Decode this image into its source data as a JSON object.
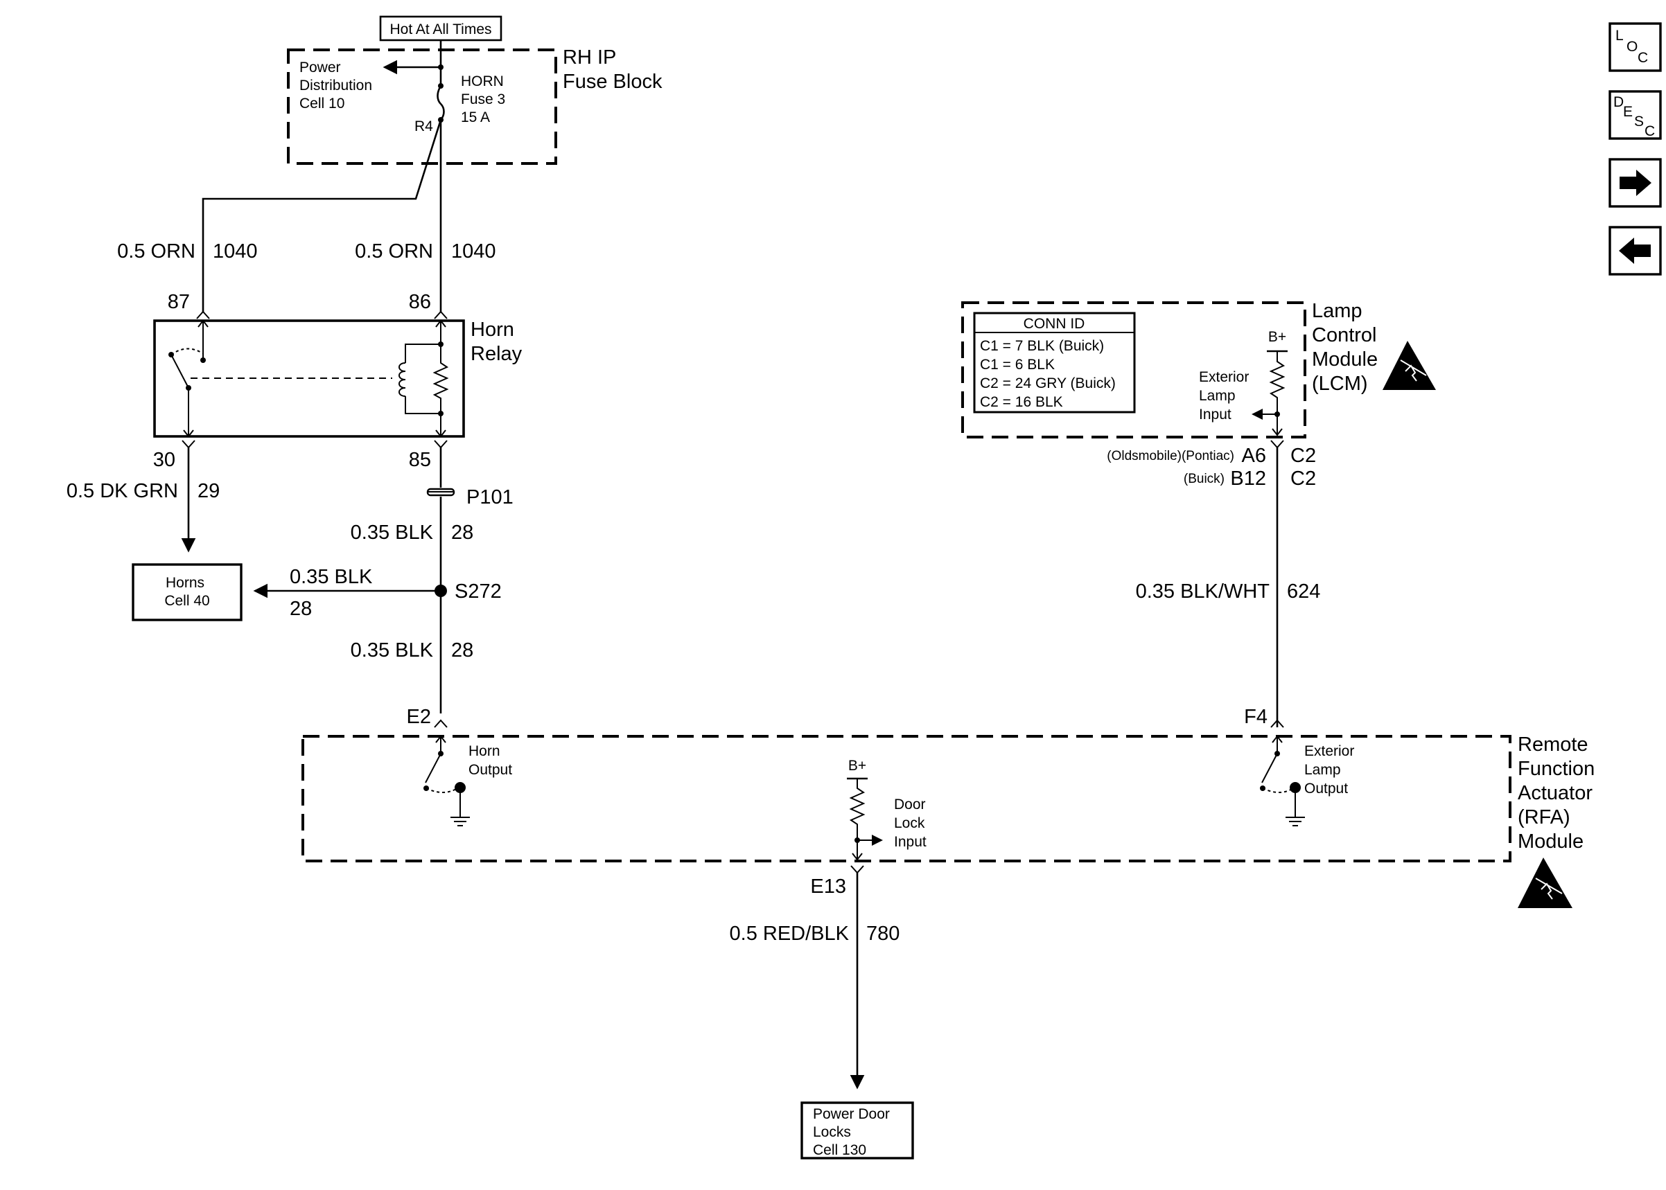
{
  "header": {
    "hot_label": "Hot At All Times"
  },
  "fuse_block": {
    "title_line1": "RH IP",
    "title_line2": "Fuse Block",
    "pd_line1": "Power",
    "pd_line2": "Distribution",
    "pd_line3": "Cell 10",
    "fuse_line1": "HORN",
    "fuse_line2": "Fuse 3",
    "fuse_line3": "15 A",
    "terminal": "R4"
  },
  "wires": {
    "w87": {
      "gauge": "0.5 ORN",
      "circuit": "1040"
    },
    "w86": {
      "gauge": "0.5 ORN",
      "circuit": "1040"
    },
    "w30": {
      "gauge": "0.5 DK GRN",
      "circuit": "29"
    },
    "w85a": {
      "gauge": "0.35 BLK",
      "circuit": "28"
    },
    "whorns": {
      "gauge": "0.35 BLK",
      "circuit": "28"
    },
    "w85b": {
      "gauge": "0.35 BLK",
      "circuit": "28"
    },
    "wlcm": {
      "gauge": "0.35 BLK/WHT",
      "circuit": "624"
    },
    "wdoor": {
      "gauge": "0.5 RED/BLK",
      "circuit": "780"
    }
  },
  "relay": {
    "title_line1": "Horn",
    "title_line2": "Relay",
    "pins": {
      "p87": "87",
      "p86": "86",
      "p30": "30",
      "p85": "85"
    }
  },
  "connectors": {
    "p101": "P101",
    "s272": "S272",
    "e2": "E2",
    "f4": "F4",
    "e13": "E13"
  },
  "horns": {
    "line1": "Horns",
    "line2": "Cell 40"
  },
  "lcm": {
    "title_line1": "Lamp",
    "title_line2": "Control",
    "title_line3": "Module",
    "title_line4": "(LCM)",
    "conn_header": "CONN ID",
    "conn_rows": [
      "C1 = 7 BLK  (Buick)",
      "C1 = 6 BLK",
      "C2 = 24 GRY (Buick)",
      "C2 = 16 BLK"
    ],
    "bplus": "B+",
    "input_line1": "Exterior",
    "input_line2": "Lamp",
    "input_line3": "Input",
    "pin_row1_prefix": "(Oldsmobile)(Pontiac)",
    "pin_row1_pin": "A6",
    "pin_row1_conn": "C2",
    "pin_row2_prefix": "(Buick)",
    "pin_row2_pin": "B12",
    "pin_row2_conn": "C2"
  },
  "rfa": {
    "title_line1": "Remote",
    "title_line2": "Function",
    "title_line3": "Actuator",
    "title_line4": "(RFA)",
    "title_line5": "Module",
    "horn_out_line1": "Horn",
    "horn_out_line2": "Output",
    "bplus": "B+",
    "door_line1": "Door",
    "door_line2": "Lock",
    "door_line3": "Input",
    "ext_line1": "Exterior",
    "ext_line2": "Lamp",
    "ext_line3": "Output"
  },
  "power_door_locks": {
    "line1": "Power Door",
    "line2": "Locks",
    "line3": "Cell 130"
  },
  "nav": {
    "loc": {
      "l": "L",
      "o": "O",
      "c": "C"
    },
    "desc": {
      "d": "D",
      "e": "E",
      "s": "S",
      "c": "C"
    },
    "next_icon": "arrow-right-icon",
    "prev_icon": "arrow-left-icon"
  }
}
